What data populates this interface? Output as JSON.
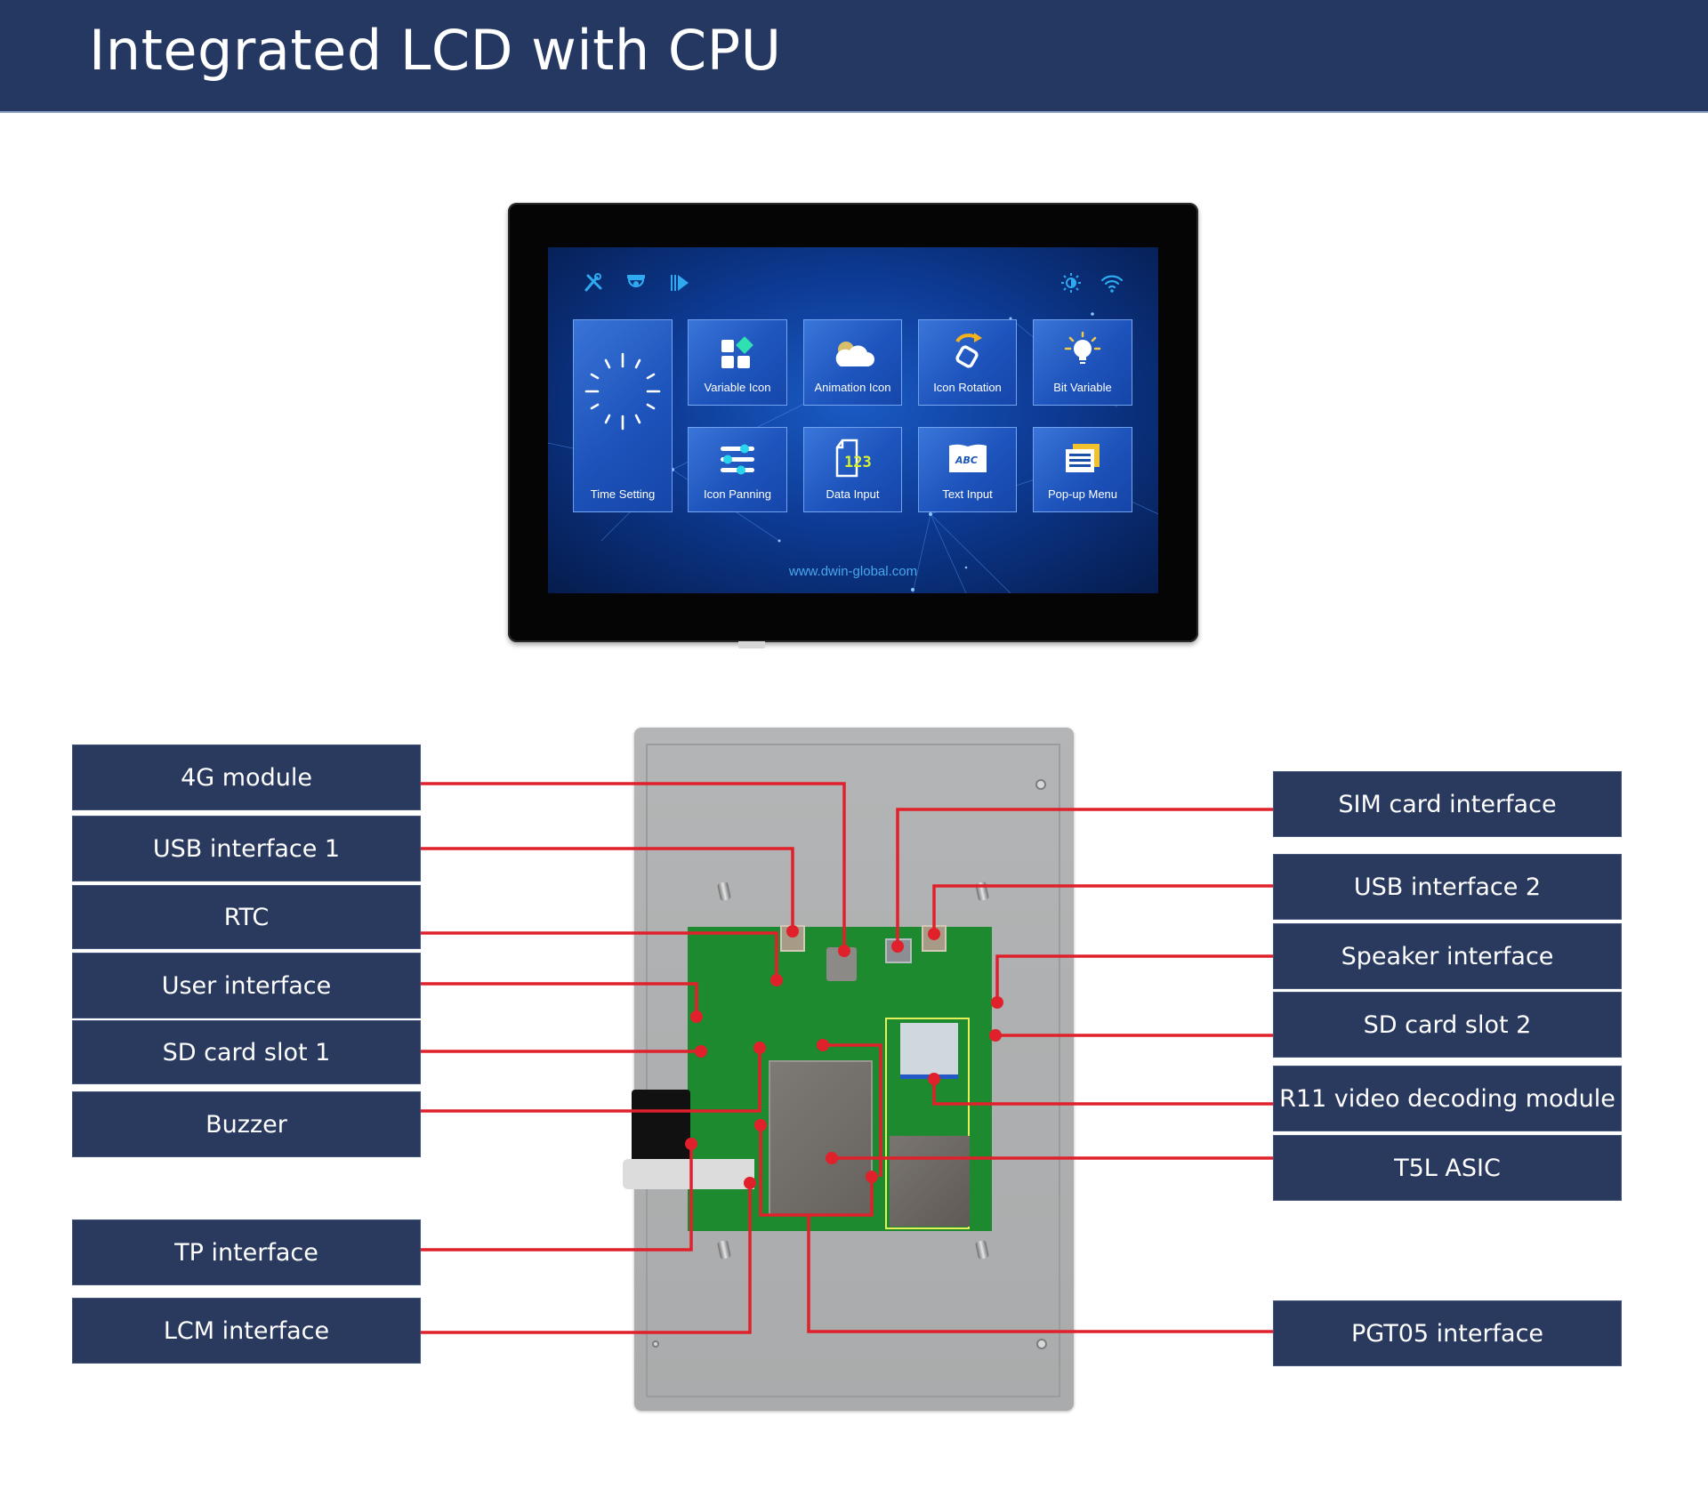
{
  "header": {
    "title": "Integrated LCD with CPU"
  },
  "colors": {
    "header_bg": "#253861",
    "callout_bg": "#2a3a5f",
    "leader_line": "#e0202a",
    "screen_text": "#48a7ee"
  },
  "lcd_screen": {
    "status_icons_left": [
      "tools-icon",
      "camera-icon",
      "play-icon"
    ],
    "status_icons_right": [
      "brightness-icon",
      "wifi-icon"
    ],
    "tiles": [
      {
        "label": "Time Setting",
        "icon": "clock-icon"
      },
      {
        "label": "Variable Icon",
        "icon": "grid-icon"
      },
      {
        "label": "Animation Icon",
        "icon": "cloud-icon"
      },
      {
        "label": "Icon Rotation",
        "icon": "rotate-icon"
      },
      {
        "label": "Bit Variable",
        "icon": "lightbulb-icon"
      },
      {
        "label": "Icon Panning",
        "icon": "sliders-icon"
      },
      {
        "label": "Data Input",
        "icon": "numeric-document-icon"
      },
      {
        "label": "Text Input",
        "icon": "abc-book-icon"
      },
      {
        "label": "Pop-up Menu",
        "icon": "menu-list-icon"
      }
    ],
    "url": "www.dwin-global.com"
  },
  "callouts": {
    "left": [
      "4G module",
      "USB interface 1",
      "RTC",
      "User interface",
      "SD card slot 1",
      "Buzzer",
      "TP interface",
      "LCM interface"
    ],
    "right": [
      "SIM card interface",
      "USB interface 2",
      "Speaker interface",
      "SD card slot 2",
      "R11 video decoding module",
      "T5L ASIC",
      "PGT05 interface"
    ]
  }
}
